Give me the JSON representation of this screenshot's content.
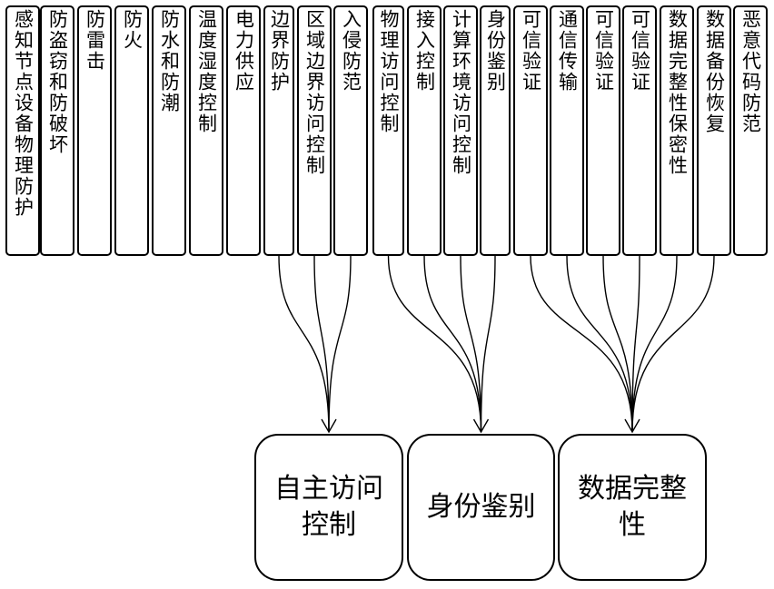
{
  "columns": [
    "感知节点设备物理防护",
    "防盗窃和防破坏",
    "防雷击",
    "防火",
    "防水和防潮",
    "温度湿度控制",
    "电力供应",
    "边界防护",
    "区域边界访问控制",
    "入侵防范",
    "物理访问控制",
    "接入控制",
    "计算环境访问控制",
    "身份鉴别",
    "可信验证",
    "通信传输",
    "可信验证",
    "可信验证",
    "数据完整性保密性",
    "数据备份恢复",
    "恶意代码防范"
  ],
  "results": [
    {
      "label_line1": "自主访问",
      "label_line2": "控制",
      "sources": [
        7,
        8,
        9
      ]
    },
    {
      "label_line1": "身份鉴别",
      "label_line2": "",
      "sources": [
        10,
        11,
        12,
        13
      ]
    },
    {
      "label_line1": "数据完整",
      "label_line2": "性",
      "sources": [
        14,
        15,
        16,
        17,
        18,
        19
      ]
    }
  ]
}
